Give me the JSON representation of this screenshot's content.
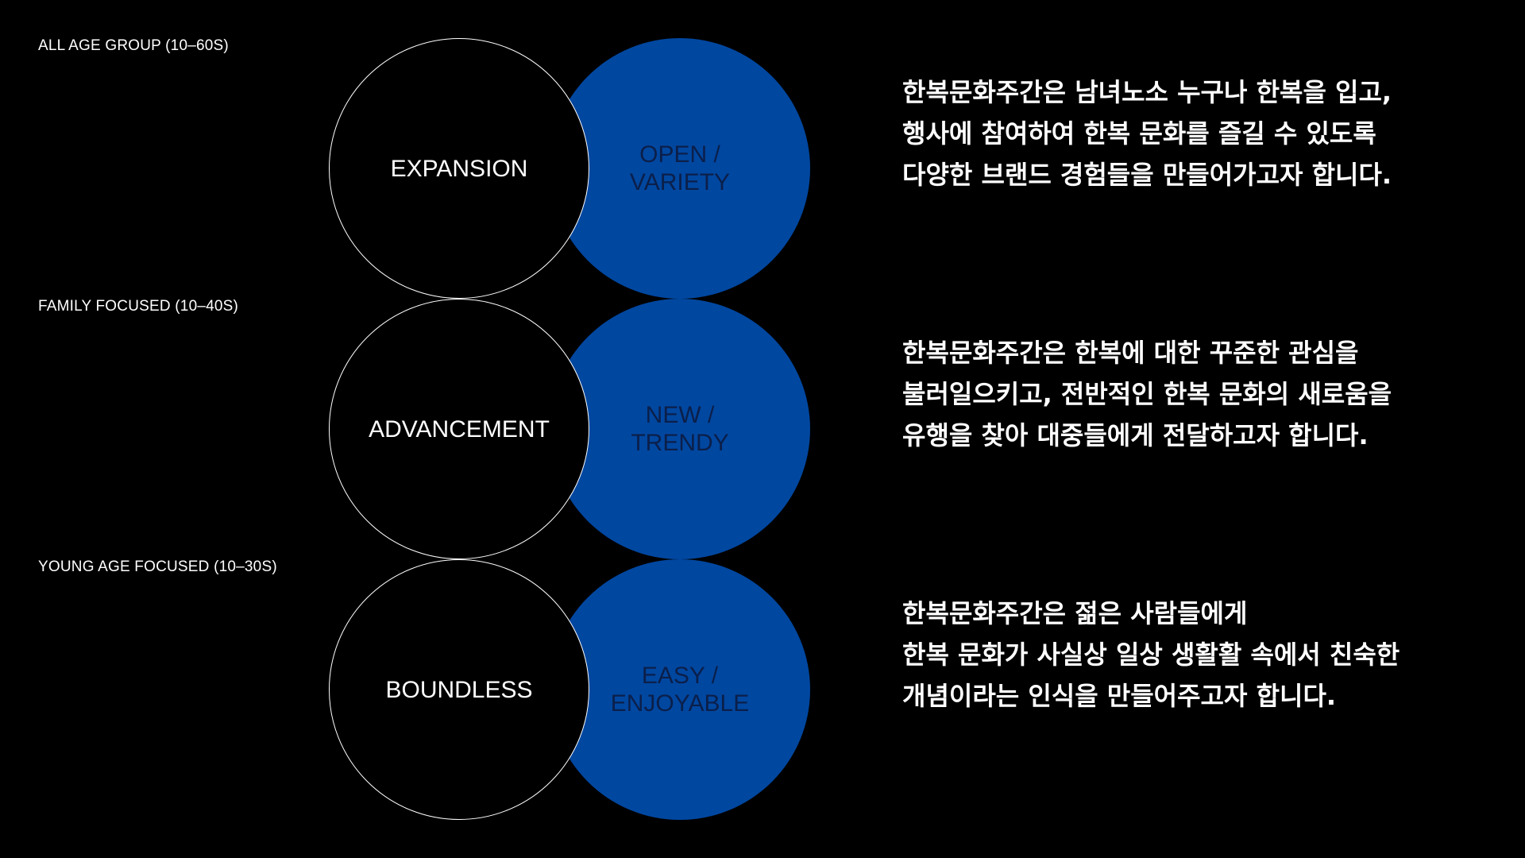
{
  "colors": {
    "background": "#000000",
    "accent_blue": "#0047a0",
    "blue_text": "#0b1f4a",
    "outline": "#ffffff"
  },
  "rows": [
    {
      "group_label": "ALL AGE GROUP (10–60S)",
      "outline_circle": "EXPANSION",
      "blue_circle": "OPEN /\nVARIETY",
      "description": [
        "한복문화주간은 남녀노소 누구나 한복을 입고,",
        "행사에 참여하여 한복 문화를 즐길 수 있도록",
        "다양한 브랜드 경험들을 만들어가고자 합니다."
      ]
    },
    {
      "group_label": "FAMILY FOCUSED (10–40S)",
      "outline_circle": "ADVANCEMENT",
      "blue_circle": "NEW /\nTRENDY",
      "description": [
        "한복문화주간은 한복에 대한 꾸준한 관심을",
        "불러일으키고, 전반적인 한복 문화의 새로움을",
        "유행을 찾아 대중들에게 전달하고자 합니다."
      ]
    },
    {
      "group_label": "YOUNG AGE FOCUSED (10–30S)",
      "outline_circle": "BOUNDLESS",
      "blue_circle": "EASY /\nENJOYABLE",
      "description": [
        "한복문화주간은 젊은 사람들에게",
        "한복 문화가 사실상 일상 생활활 속에서 친숙한",
        "개념이라는 인식을 만들어주고자 합니다."
      ]
    }
  ]
}
